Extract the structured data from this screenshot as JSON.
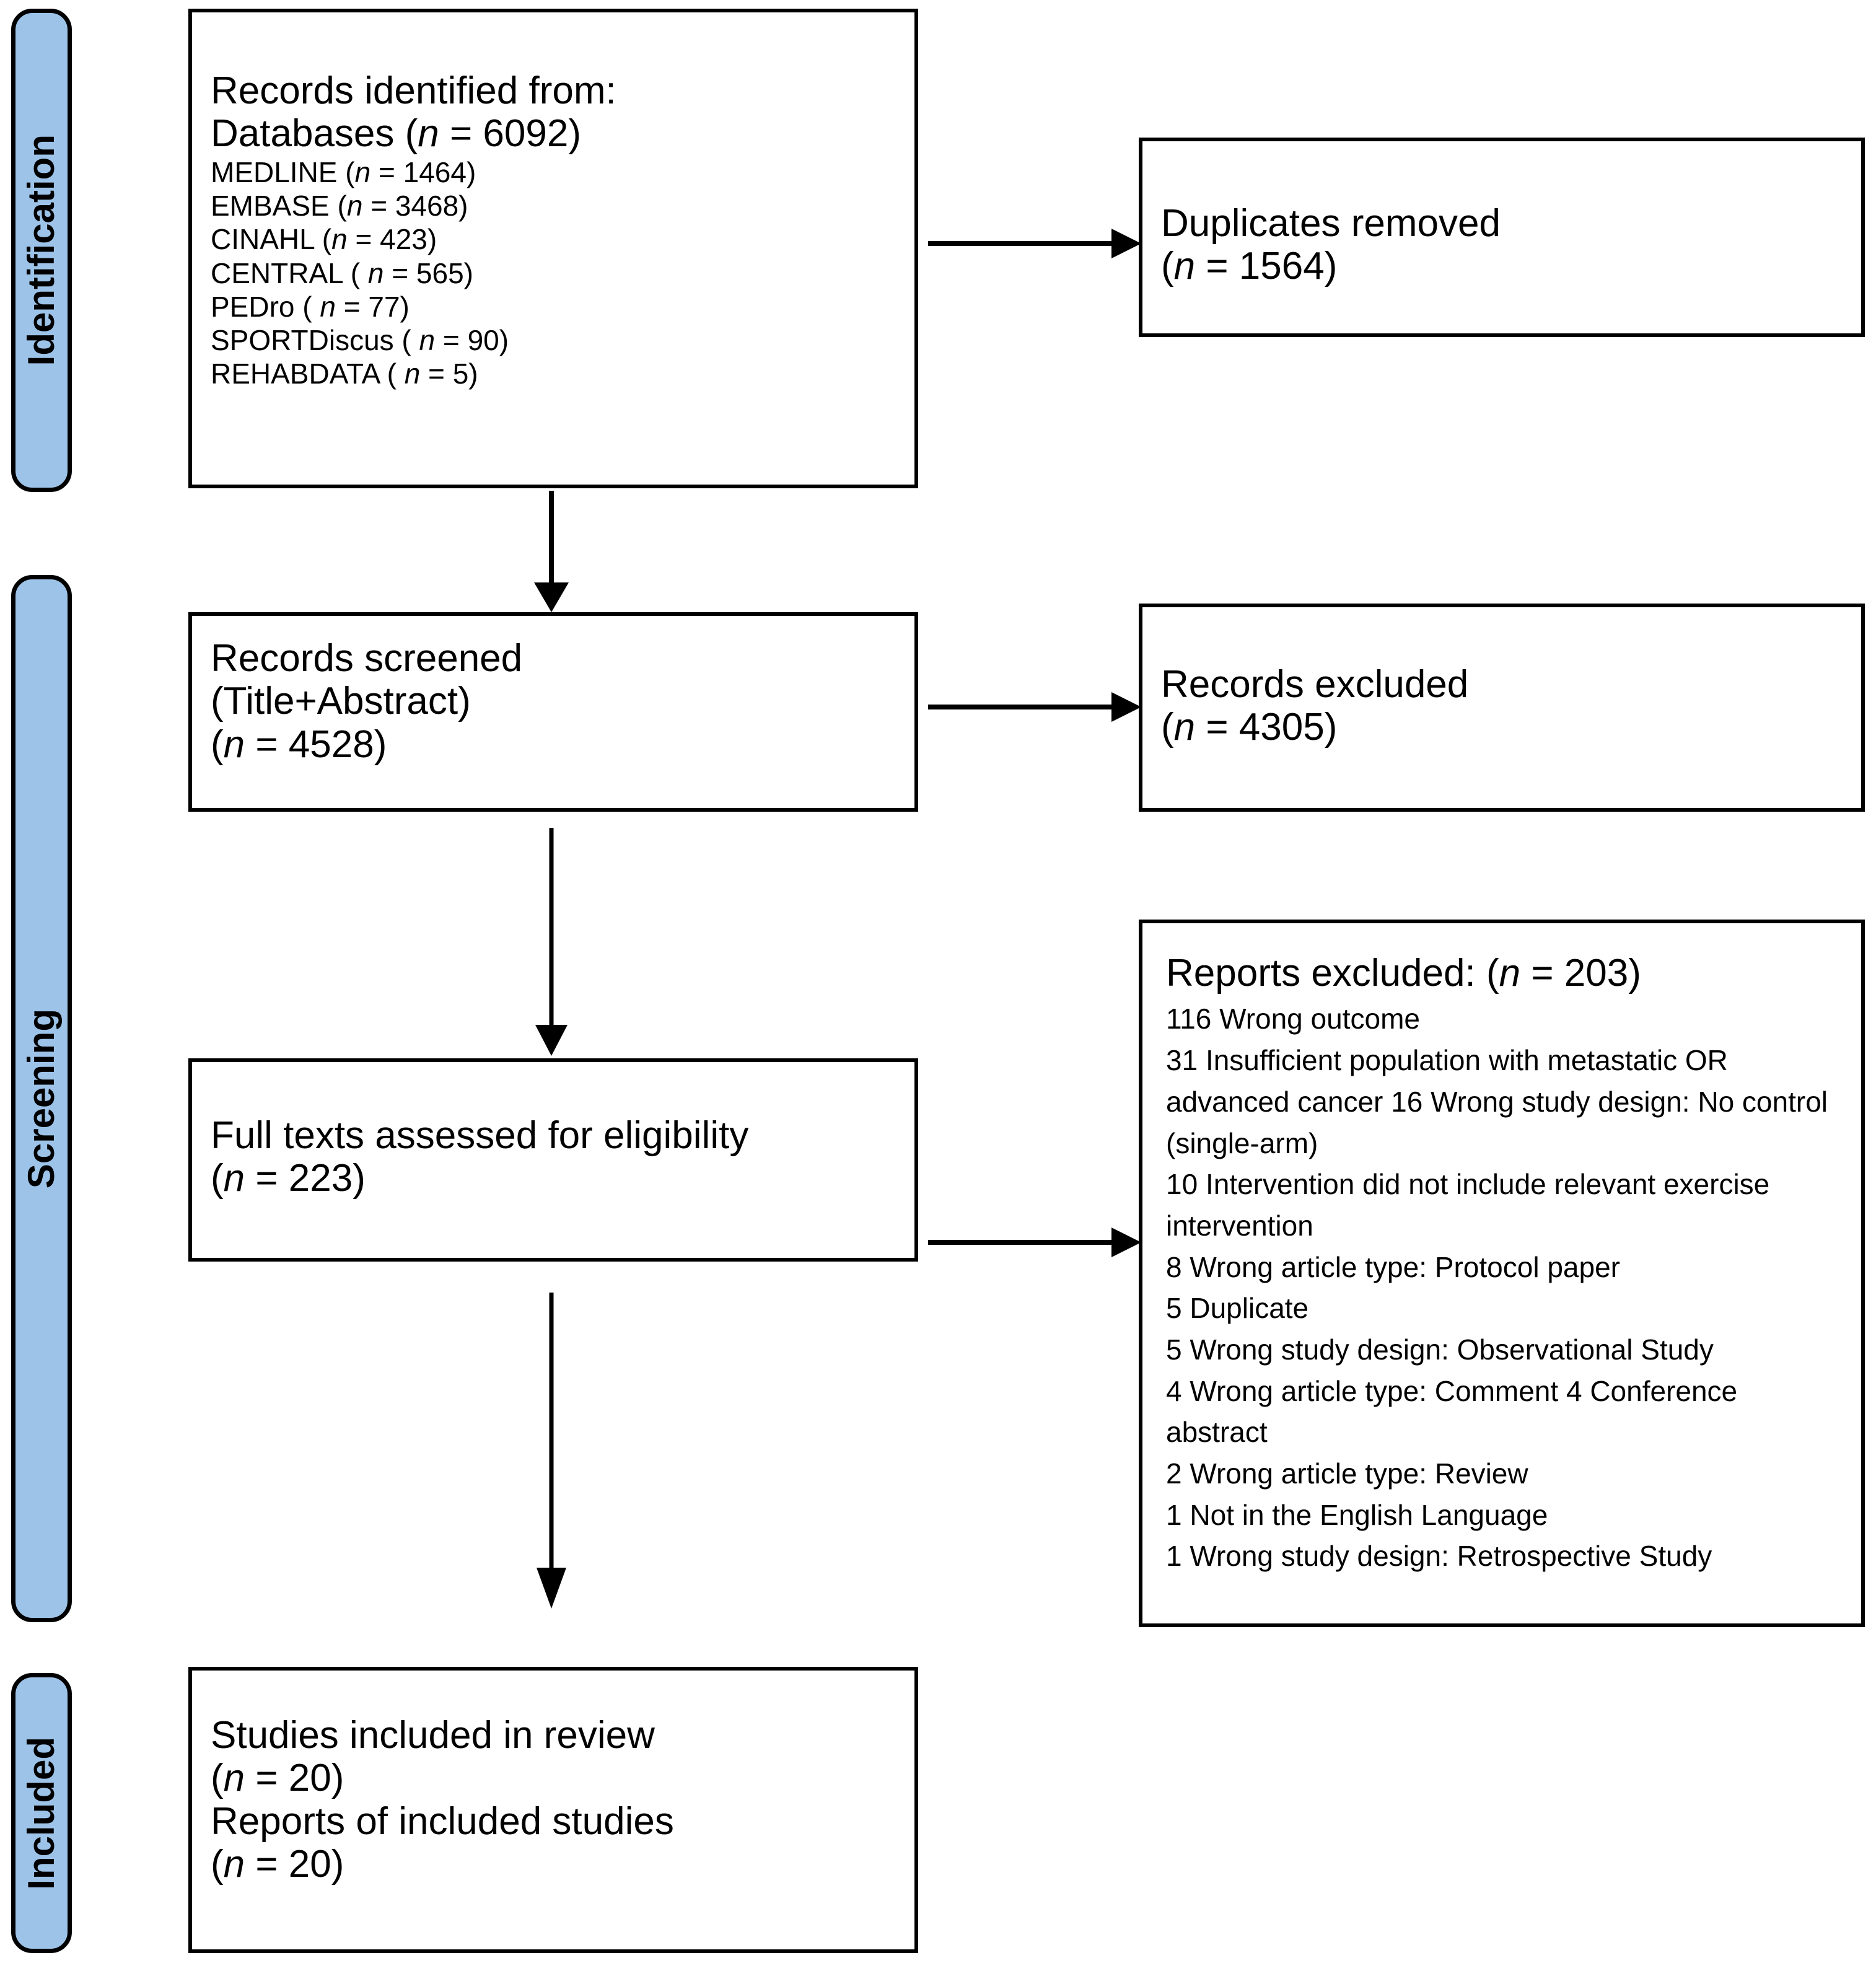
{
  "phases": [
    {
      "label": "Identification"
    },
    {
      "label": "Screening"
    },
    {
      "label": "Included"
    }
  ],
  "boxes": {
    "identified": {
      "heading_1": "Records identified from:",
      "heading_2_prefix": "Databases (",
      "heading_2_n": "n",
      "heading_2_suffix": " = 6092)",
      "sources": [
        {
          "name": "MEDLINE (",
          "n": "n",
          "value": " = 1464)"
        },
        {
          "name": "EMBASE (",
          "n": "n",
          "value": " = 3468)"
        },
        {
          "name": "CINAHL (",
          "n": "n",
          "value": " = 423)"
        },
        {
          "name": "CENTRAL ( ",
          "n": "n",
          "value": " = 565)"
        },
        {
          "name": "PEDro ( ",
          "n": "n",
          "value": " = 77)"
        },
        {
          "name": "SPORTDiscus ( ",
          "n": "n",
          "value": " = 90)"
        },
        {
          "name": "REHABDATA ( ",
          "n": "n",
          "value": " = 5)"
        }
      ]
    },
    "duplicates": {
      "line_1": "Duplicates removed",
      "line_2_prefix": "(",
      "line_2_n": "n",
      "line_2_suffix": " = 1564)"
    },
    "screened": {
      "line_1": "Records screened",
      "line_2": "(Title+Abstract)",
      "line_3_prefix": "(",
      "line_3_n": "n",
      "line_3_suffix": " = 4528)"
    },
    "records_excluded": {
      "line_1": "Records excluded",
      "line_2_prefix": "(",
      "line_2_n": "n",
      "line_2_suffix": " = 4305)"
    },
    "fulltext": {
      "line_1": "Full texts assessed for eligibility",
      "line_2_prefix": "(",
      "line_2_n": "n",
      "line_2_suffix": " = 223)"
    },
    "reports_excluded": {
      "heading_prefix": "Reports excluded: (",
      "heading_n": "n",
      "heading_suffix": " = 203)",
      "reasons": [
        "116 Wrong outcome",
        "31 Insufficient population with metastatic OR advanced cancer 16 Wrong study design: No control (single-arm)",
        "10 Intervention did not include relevant exercise intervention",
        "8 Wrong article type: Protocol paper",
        "5 Duplicate",
        "5 Wrong study design: Observational Study",
        "4 Wrong article type: Comment 4 Conference abstract",
        "2 Wrong article type: Review",
        "1 Not in the English Language",
        "1 Wrong study design: Retrospective Study"
      ]
    },
    "included": {
      "line_1": "Studies included in review",
      "line_2_prefix": "(",
      "line_2_n": "n",
      "line_2_suffix": " = 20)",
      "line_3": "Reports of included studies",
      "line_4_prefix": "(",
      "line_4_n": "n",
      "line_4_suffix": " = 20)"
    }
  },
  "colors": {
    "phase_fill": "#9dc3e8",
    "stroke": "#000000",
    "box_fill": "#ffffff"
  },
  "chart_data": {
    "type": "diagram",
    "title": "PRISMA 2020 flow diagram",
    "nodes": [
      {
        "id": "identified",
        "phase": "Identification",
        "total": 6092,
        "breakdown": {
          "MEDLINE": 1464,
          "EMBASE": 3468,
          "CINAHL": 423,
          "CENTRAL": 565,
          "PEDro": 77,
          "SPORTDiscus": 90,
          "REHABDATA": 5
        }
      },
      {
        "id": "duplicates_removed",
        "phase": "Identification",
        "n": 1564
      },
      {
        "id": "records_screened",
        "phase": "Screening",
        "n": 4528
      },
      {
        "id": "records_excluded",
        "phase": "Screening",
        "n": 4305
      },
      {
        "id": "full_texts_assessed",
        "phase": "Screening",
        "n": 223
      },
      {
        "id": "reports_excluded",
        "phase": "Screening",
        "n": 203,
        "reasons": {
          "Wrong outcome": 116,
          "Insufficient population with metastatic OR advanced cancer": 31,
          "Wrong study design: No control (single-arm)": 16,
          "Intervention did not include relevant exercise intervention": 10,
          "Wrong article type: Protocol paper": 8,
          "Duplicate": 5,
          "Wrong study design: Observational Study": 5,
          "Wrong article type: Comment": 4,
          "Conference abstract": 4,
          "Wrong article type: Review": 2,
          "Not in the English Language": 1,
          "Wrong study design: Retrospective Study": 1
        }
      },
      {
        "id": "studies_included",
        "phase": "Included",
        "studies": 20,
        "reports": 20
      }
    ],
    "edges": [
      {
        "from": "identified",
        "to": "duplicates_removed"
      },
      {
        "from": "identified",
        "to": "records_screened"
      },
      {
        "from": "records_screened",
        "to": "records_excluded"
      },
      {
        "from": "records_screened",
        "to": "full_texts_assessed"
      },
      {
        "from": "full_texts_assessed",
        "to": "reports_excluded"
      },
      {
        "from": "full_texts_assessed",
        "to": "studies_included"
      }
    ]
  }
}
